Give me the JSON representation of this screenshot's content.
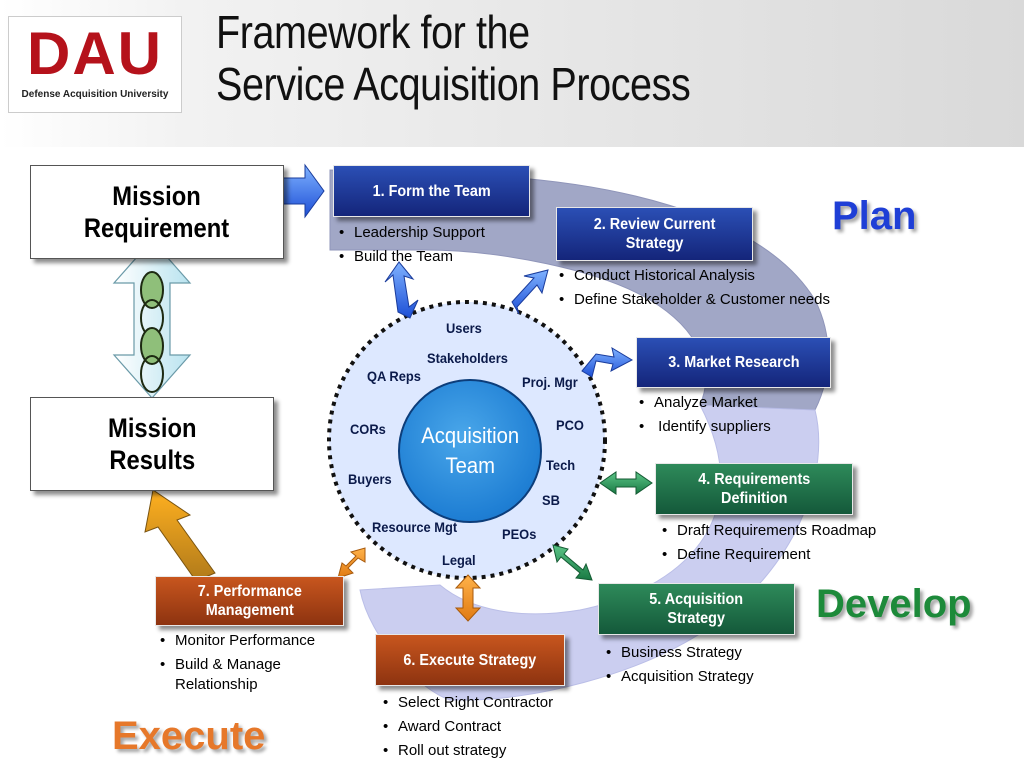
{
  "header": {
    "title_line1": "Framework for the",
    "title_line2": "Service Acquisition Process",
    "logo_text": "DAU",
    "logo_subtitle": "Defense Acquisition University"
  },
  "left_boxes": {
    "mission_requirement": "Mission\nRequirement",
    "mission_results": "Mission\nResults"
  },
  "center": {
    "core_label": "Acquisition\nTeam",
    "members": [
      "Users",
      "Stakeholders",
      "Proj. Mgr",
      "PCO",
      "Tech",
      "SB",
      "PEOs",
      "Legal",
      "Resource Mgt",
      "Buyers",
      "CORs",
      "QA Reps"
    ]
  },
  "steps": [
    {
      "label": "1.  Form the Team",
      "bullets": [
        "Leadership Support",
        "Build the Team"
      ]
    },
    {
      "label": "2.  Review Current\nStrategy",
      "bullets": [
        "Conduct Historical Analysis",
        "Define Stakeholder & Customer needs"
      ]
    },
    {
      "label": "3.  Market Research",
      "bullets": [
        "Analyze Market",
        " Identify suppliers"
      ]
    },
    {
      "label": "4.  Requirements\nDefinition",
      "bullets": [
        "Draft Requirements Roadmap",
        "Define Requirement"
      ]
    },
    {
      "label": "5.  Acquisition\nStrategy",
      "bullets": [
        "Business Strategy",
        "Acquisition Strategy"
      ]
    },
    {
      "label": "6.  Execute Strategy",
      "bullets": [
        "Select Right Contractor",
        "Award Contract",
        "Roll out strategy"
      ]
    },
    {
      "label": "7.  Performance\nManagement",
      "bullets": [
        "Monitor Performance",
        "Build & Manage\nRelationship"
      ]
    }
  ],
  "phases": {
    "plan": "Plan",
    "develop": "Develop",
    "execute": "Execute"
  },
  "colors": {
    "plan": "#1f3fd6",
    "develop": "#1d8a3a",
    "execute": "#e6782a",
    "plan_band": "#9da3c4",
    "execute_band": "#c9ccf0"
  }
}
